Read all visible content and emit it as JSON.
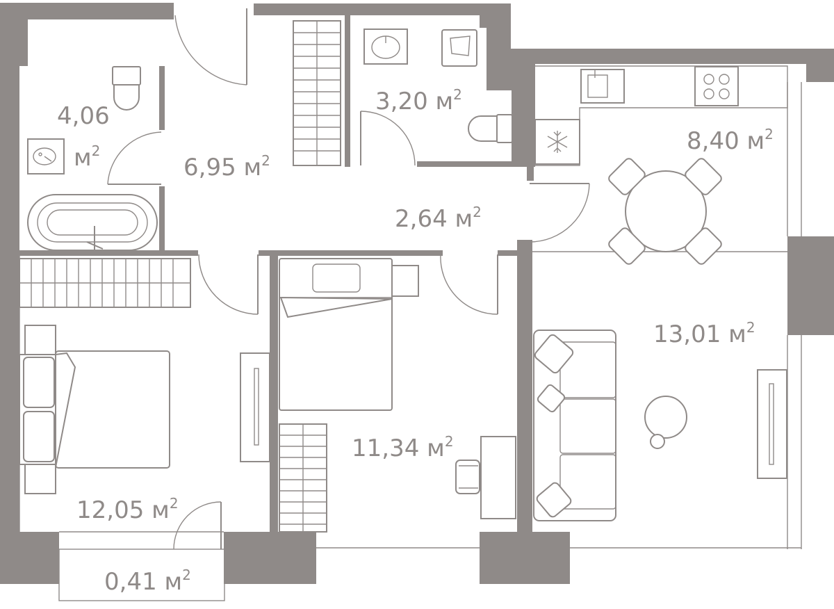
{
  "colors": {
    "wall": "#8f8a88",
    "background": "#ffffff"
  },
  "units": {
    "square_meter": "м",
    "exponent": "2"
  },
  "rooms": [
    {
      "id": "bathroom",
      "area": "4,06",
      "unit": "м"
    },
    {
      "id": "hallway",
      "area": "6,95",
      "unit": "м"
    },
    {
      "id": "wc",
      "area": "3,20",
      "unit": "м"
    },
    {
      "id": "corridor",
      "area": "2,64",
      "unit": "м"
    },
    {
      "id": "kitchen",
      "area": "8,40",
      "unit": "м"
    },
    {
      "id": "living-room",
      "area": "13,01",
      "unit": "м"
    },
    {
      "id": "bedroom-left",
      "area": "12,05",
      "unit": "м"
    },
    {
      "id": "bedroom-middle",
      "area": "11,34",
      "unit": "м"
    },
    {
      "id": "balcony",
      "area": "0,41",
      "unit": "м"
    }
  ],
  "icons": [
    "snowflake-icon",
    "sink-icon",
    "toilet-icon",
    "bathtub-icon",
    "stove-icon",
    "bed-icon",
    "sofa-icon",
    "table-icon",
    "chair-icon",
    "tv-icon",
    "wardrobe-icon"
  ]
}
